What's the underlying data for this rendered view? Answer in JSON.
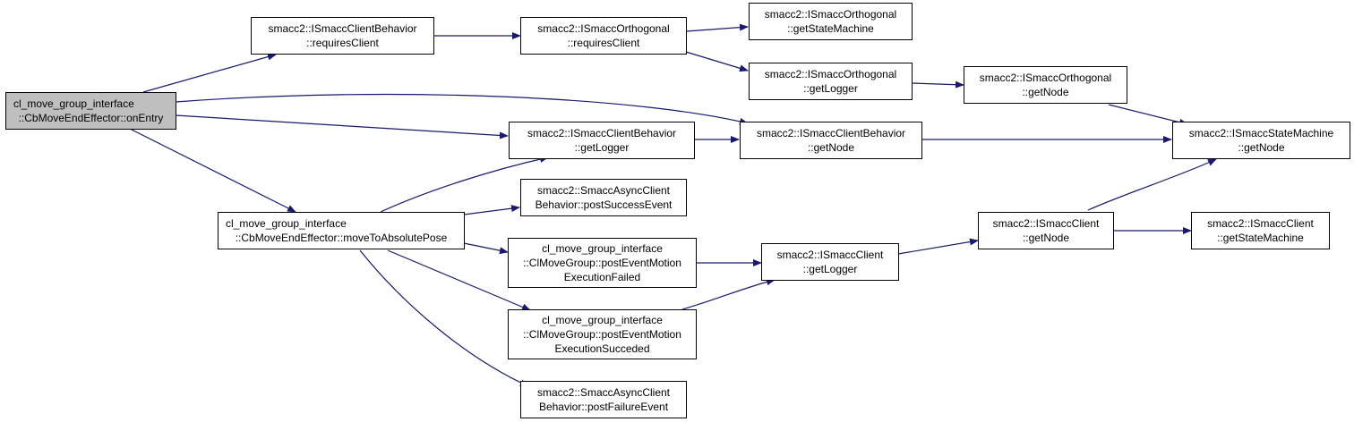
{
  "colors": {
    "edge": "#191970",
    "node_border": "#000000",
    "root_fill": "#bfbfbf",
    "node_fill": "#ffffff"
  },
  "nodes": {
    "root": {
      "line1": "cl_move_group_interface",
      "line2": "::CbMoveEndEffector::onEntry"
    },
    "cb_requiresClient": {
      "line1": "smacc2::ISmaccClientBehavior",
      "line2": "::requiresClient"
    },
    "orth_requiresClient": {
      "line1": "smacc2::ISmaccOrthogonal",
      "line2": "::requiresClient"
    },
    "orth_getStateMachine": {
      "line1": "smacc2::ISmaccOrthogonal",
      "line2": "::getStateMachine"
    },
    "orth_getLogger": {
      "line1": "smacc2::ISmaccOrthogonal",
      "line2": "::getLogger"
    },
    "orth_getNode": {
      "line1": "smacc2::ISmaccOrthogonal",
      "line2": "::getNode"
    },
    "cb_getLogger": {
      "line1": "smacc2::ISmaccClientBehavior",
      "line2": "::getLogger"
    },
    "cb_getNode": {
      "line1": "smacc2::ISmaccClientBehavior",
      "line2": "::getNode"
    },
    "sm_getNode": {
      "line1": "smacc2::ISmaccStateMachine",
      "line2": "::getNode"
    },
    "moveToAbsolutePose": {
      "line1": "cl_move_group_interface",
      "line2": "::CbMoveEndEffector::moveToAbsolutePose"
    },
    "postSuccessEvent": {
      "line1": "smacc2::SmaccAsyncClient",
      "line2": "Behavior::postSuccessEvent"
    },
    "postFailed": {
      "line1": "cl_move_group_interface",
      "line2": "::ClMoveGroup::postEventMotion",
      "line3": "ExecutionFailed"
    },
    "postSucceded": {
      "line1": "cl_move_group_interface",
      "line2": "::ClMoveGroup::postEventMotion",
      "line3": "ExecutionSucceded"
    },
    "postFailureEvent": {
      "line1": "smacc2::SmaccAsyncClient",
      "line2": "Behavior::postFailureEvent"
    },
    "client_getLogger": {
      "line1": "smacc2::ISmaccClient",
      "line2": "::getLogger"
    },
    "client_getNode": {
      "line1": "smacc2::ISmaccClient",
      "line2": "::getNode"
    },
    "client_getStateMachine": {
      "line1": "smacc2::ISmaccClient",
      "line2": "::getStateMachine"
    }
  }
}
